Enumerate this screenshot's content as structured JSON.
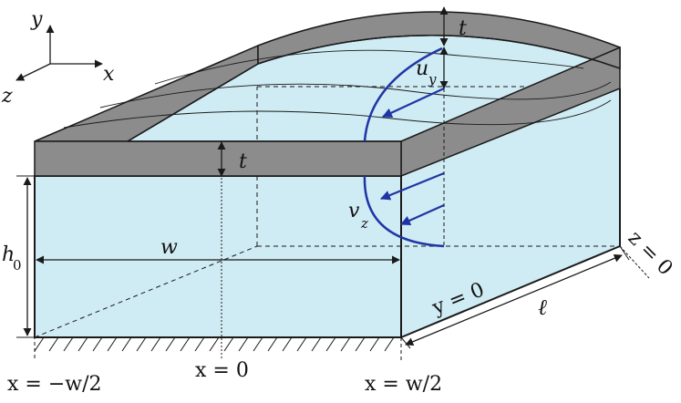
{
  "colors": {
    "fluid": "#cfebf3",
    "plate": "#8c8c8c",
    "plate_inner": "#7a7a7a",
    "outline": "#1a1a1a",
    "flow_arrow": "#1f35a6"
  },
  "axes": {
    "y": "y",
    "x": "x",
    "z": "z"
  },
  "labels": {
    "thickness_top": "t",
    "thickness_front": "t",
    "deflection_main": "u",
    "deflection_sub": "y",
    "velocity_main": "v",
    "velocity_sub": "z",
    "height_main": "h",
    "height_sub": "0",
    "width": "w",
    "length": "ℓ",
    "plane_y0": "y = 0",
    "plane_z0": "z = 0",
    "x_left": "x = −w/2",
    "x_center": "x = 0",
    "x_right": "x = w/2"
  }
}
